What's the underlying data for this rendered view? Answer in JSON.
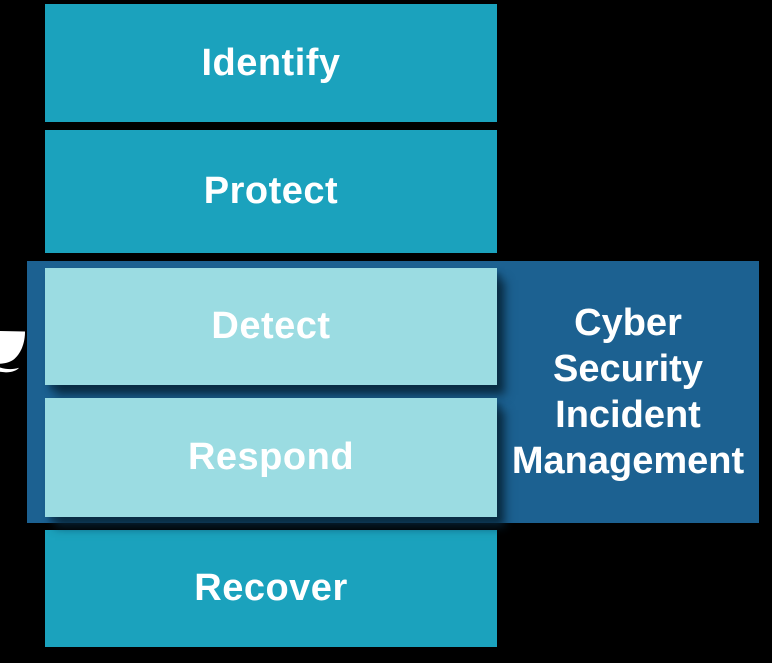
{
  "diagram": {
    "stages": [
      {
        "id": "identify",
        "label": "Identify",
        "variant": "teal"
      },
      {
        "id": "protect",
        "label": "Protect",
        "variant": "teal"
      },
      {
        "id": "detect",
        "label": "Detect",
        "variant": "light-cyan"
      },
      {
        "id": "respond",
        "label": "Respond",
        "variant": "light-cyan"
      },
      {
        "id": "recover",
        "label": "Recover",
        "variant": "teal"
      }
    ],
    "group": {
      "label_lines": [
        "Cyber",
        "Security",
        "Incident",
        "Management"
      ],
      "contains": [
        "Detect",
        "Respond"
      ]
    },
    "icons": [
      {
        "name": "clipped-white-arc-shape",
        "description": "partial white curved shape cut off at left edge"
      }
    ],
    "colors": {
      "background": "#000000",
      "stage_teal": "#1BA2BD",
      "stage_light_cyan": "#9BDCE2",
      "group_blue": "#1C6191",
      "label_text": "#FFFFFF"
    }
  }
}
